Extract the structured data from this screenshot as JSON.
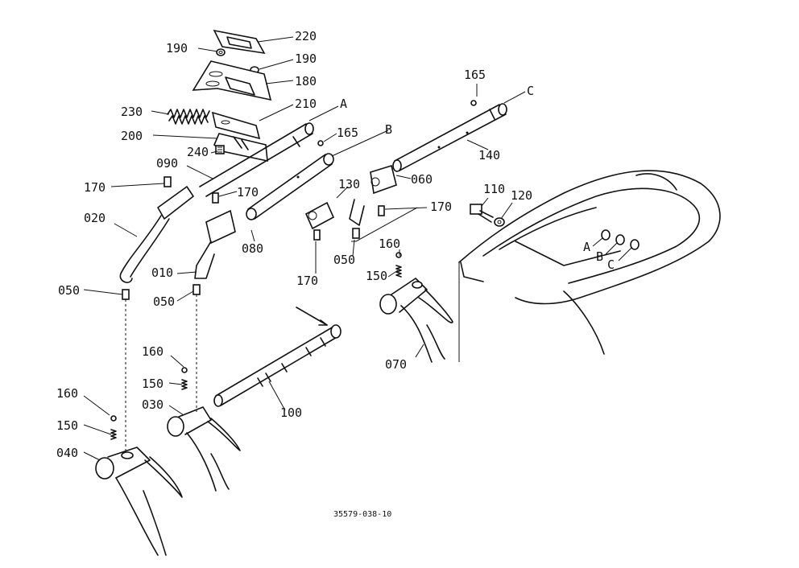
{
  "labels": {
    "l220": "220",
    "l190a": "190",
    "l190b": "190",
    "l180": "180",
    "l210": "210",
    "l230": "230",
    "lA": "A",
    "l165a": "165",
    "lC": "C",
    "l200": "200",
    "l165b": "165",
    "lB": "B",
    "l240": "240",
    "l090": "090",
    "l130": "130",
    "l060": "060",
    "l140": "140",
    "l170a": "170",
    "l170b": "170",
    "l110": "110",
    "l120": "120",
    "l170c": "170",
    "l020": "020",
    "l080": "080",
    "l160a": "160",
    "l010": "010",
    "l170d": "170",
    "l050a": "050",
    "l150a": "150",
    "l050b": "050",
    "l050c": "050",
    "l070": "070",
    "l160b": "160",
    "l150b": "150",
    "l030": "030",
    "l100": "100",
    "l160c": "160",
    "l150c": "150",
    "l040": "040",
    "hA": "A",
    "hB": "B",
    "hC": "C",
    "caption": "35579-038-10"
  }
}
